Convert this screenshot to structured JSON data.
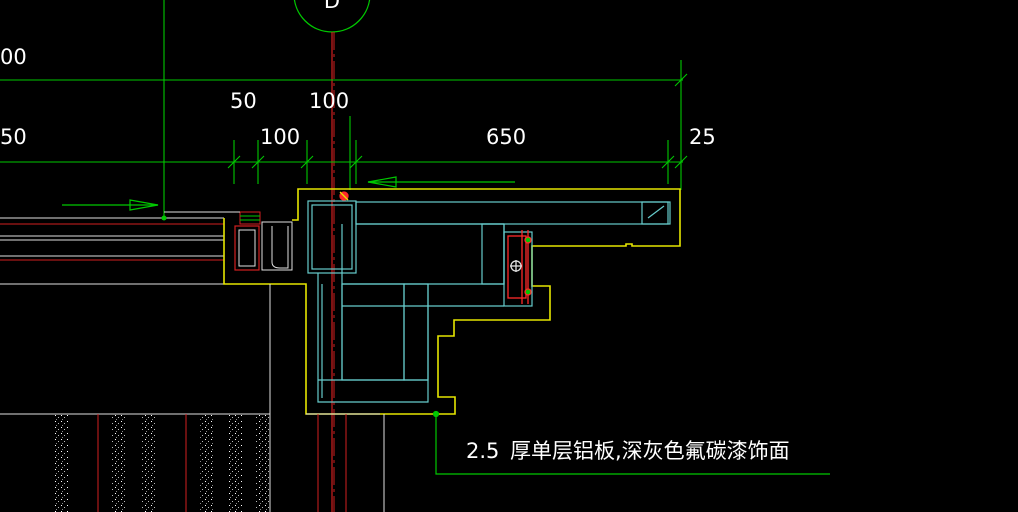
{
  "drawing": {
    "grid_axis_label": "D",
    "partial_dims_left": [
      "00",
      "50"
    ],
    "dimensions_row1": [
      "50",
      "100"
    ],
    "dimensions_row2": [
      "100",
      "650",
      "25"
    ],
    "annotation": {
      "thickness": "2.5",
      "text": "厚单层铝板,深灰色氟碳漆饰面"
    }
  },
  "colors": {
    "background": "#000000",
    "dimension": "#00c800",
    "outline": "#e6e600",
    "structure": "#66cccc",
    "axis": "#d22020",
    "sash": "#e0e0e0",
    "red": "#ff2a2a"
  }
}
